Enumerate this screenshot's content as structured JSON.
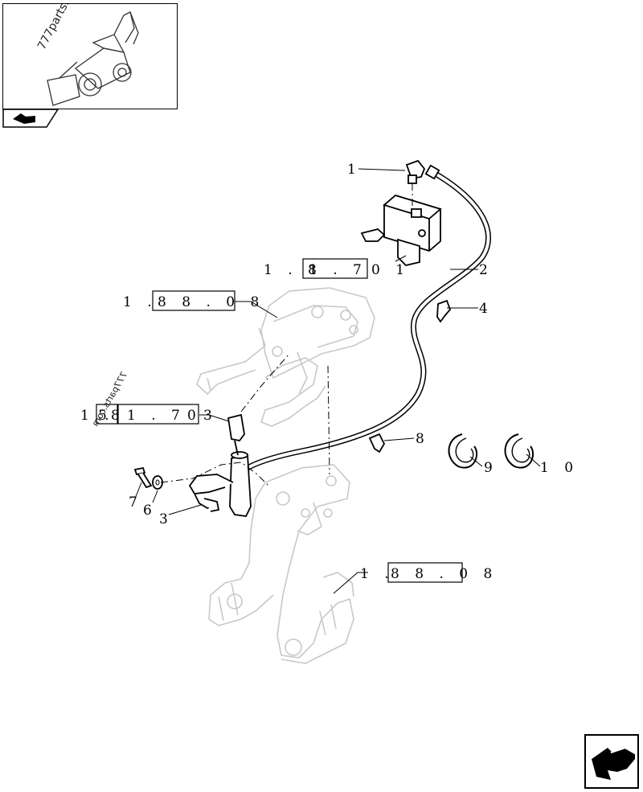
{
  "watermark": "777parts.com",
  "callouts": {
    "c1": "1",
    "c2": "2",
    "c3a": "3",
    "c3b": "3",
    "c4": "4",
    "c6": "6",
    "c7": "7",
    "c8": "8",
    "c9": "9",
    "c10": "1 0"
  },
  "refs": {
    "r1_prefix": "1 . 8",
    "r1_box": "1 . 7",
    "r1_suffix": "0 1",
    "r2_prefix": "1 .",
    "r2_box": "8 8 . 0 8",
    "r3_prefix": "1 .",
    "r3_box1": "5",
    "r3_box2": "8",
    "r3_box3": "1 . 7",
    "r3_suffix": "0",
    "r4_prefix": "1 .",
    "r4_box": "8 8 . 0 8"
  },
  "icons": [
    "backhoe-loader-thumbnail",
    "nav-arrow-icon",
    "next-page-icon"
  ]
}
